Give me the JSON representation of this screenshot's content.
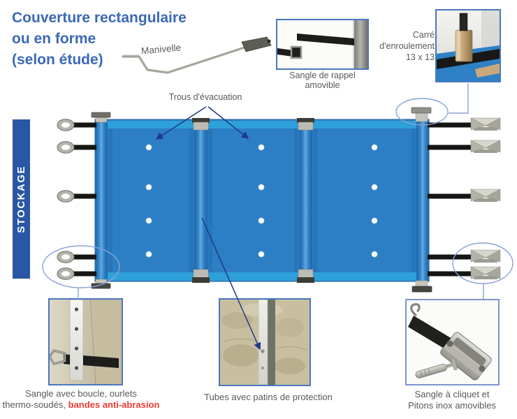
{
  "title": "Couverture rectangulaire\nou en forme\n(selon étude)",
  "side_banner": {
    "label": "STOCKAGE"
  },
  "labels": {
    "manivelle": "Manivelle",
    "trous_evacuation": "Trous d'évacuation",
    "carre_enroulement": "Carré\nd'enroulement\n13 x 13"
  },
  "insets": {
    "sangle_rappel": {
      "caption": "Sangle de rappel\namovible"
    },
    "sangle_boucle": {
      "caption_line1": "Sangle avec boucle, ourlets",
      "caption_line2_prefix": "thermo-soudés, ",
      "caption_line2_highlight": "bandes anti-abrasion"
    },
    "tubes_patins": {
      "caption": "Tubes avec patins de protection"
    },
    "sangle_cliquet": {
      "caption": "Sangle à cliquet et\nPitons inox amovibles"
    }
  },
  "colors": {
    "title_blue": "#3b69b5",
    "caption_gray": "#59595b",
    "highlight_red": "#ee3b33",
    "banner_blue": "#2a57a5",
    "cover_blue": "#2c7fc4",
    "cover_edge_light_blue": "#2ea0d9",
    "inset_border_blue": "#4a77be",
    "callout_blue": "#8aa2d8",
    "arrow_navy": "#203a86"
  }
}
